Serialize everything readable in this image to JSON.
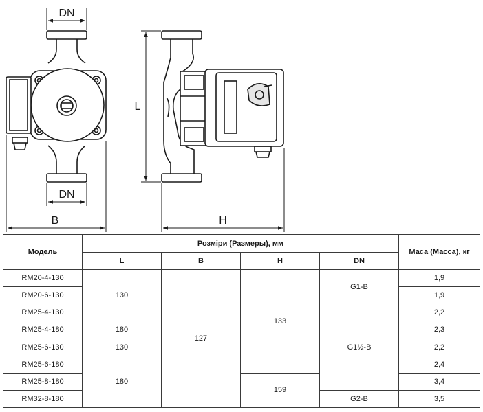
{
  "drawing": {
    "labels": {
      "dn_top": "DN",
      "dn_bottom": "DN",
      "b": "B",
      "l": "L",
      "h": "H"
    }
  },
  "table": {
    "headers": {
      "model": "Модель",
      "dimensions": "Розміри (Размеры), мм",
      "mass": "Маса (Масса), кг",
      "l": "L",
      "b": "B",
      "h": "H",
      "dn": "DN"
    },
    "models": [
      "RM20-4-130",
      "RM20-6-130",
      "RM25-4-130",
      "RM25-4-180",
      "RM25-6-130",
      "RM25-6-180",
      "RM25-8-180",
      "RM32-8-180"
    ],
    "l_values": [
      "130",
      "180",
      "130",
      "180"
    ],
    "b_value": "127",
    "h_values": [
      "133",
      "159"
    ],
    "dn_values": [
      "G1-B",
      "G1½-B",
      "G2-B"
    ],
    "masses": [
      "1,9",
      "1,9",
      "2,2",
      "2,3",
      "2,2",
      "2,4",
      "3,4",
      "3,5"
    ]
  }
}
